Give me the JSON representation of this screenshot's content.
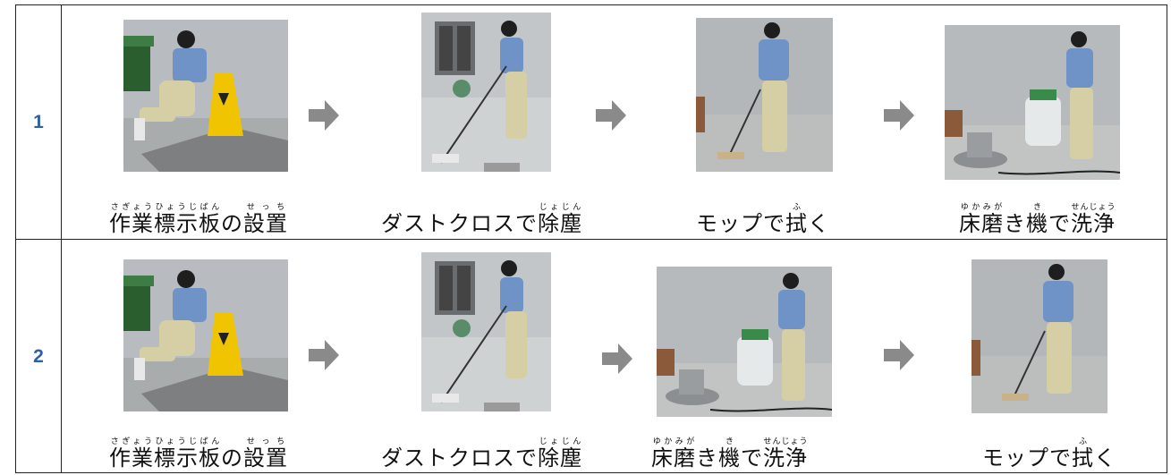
{
  "rows": [
    {
      "number": "1",
      "steps": [
        {
          "caption_parts": [
            {
              "base": "作業標示板",
              "ruby": "さぎょうひょうじばん"
            },
            {
              "base": "の"
            },
            {
              "base": "設置",
              "ruby": "せっち"
            }
          ]
        },
        {
          "caption_parts": [
            {
              "base": "ダストクロスで"
            },
            {
              "base": "除塵",
              "ruby": "じょじん"
            }
          ]
        },
        {
          "caption_parts": [
            {
              "base": "モップで"
            },
            {
              "base": "拭",
              "ruby": "ふ"
            },
            {
              "base": "く"
            }
          ]
        },
        {
          "caption_parts": [
            {
              "base": "床磨",
              "ruby": "ゆかみが"
            },
            {
              "base": "き"
            },
            {
              "base": "機",
              "ruby": "き"
            },
            {
              "base": "で"
            },
            {
              "base": "洗浄",
              "ruby": "せんじょう"
            }
          ]
        }
      ]
    },
    {
      "number": "2",
      "steps": [
        {
          "caption_parts": [
            {
              "base": "作業標示板",
              "ruby": "さぎょうひょうじばん"
            },
            {
              "base": "の"
            },
            {
              "base": "設置",
              "ruby": "せっち"
            }
          ]
        },
        {
          "caption_parts": [
            {
              "base": "ダストクロスで"
            },
            {
              "base": "除塵",
              "ruby": "じょじん"
            }
          ]
        },
        {
          "caption_parts": [
            {
              "base": "床磨",
              "ruby": "ゆかみが"
            },
            {
              "base": "き"
            },
            {
              "base": "機",
              "ruby": "き"
            },
            {
              "base": "で"
            },
            {
              "base": "洗浄",
              "ruby": "せんじょう"
            }
          ]
        },
        {
          "caption_parts": [
            {
              "base": "モップで"
            },
            {
              "base": "拭",
              "ruby": "ふ"
            },
            {
              "base": "く"
            }
          ]
        }
      ]
    }
  ],
  "colors": {
    "row_number": "#2f5fa7",
    "arrow": "#8a8a8a",
    "border": "#222222"
  },
  "icons": {
    "arrow": "right-arrow-icon"
  }
}
